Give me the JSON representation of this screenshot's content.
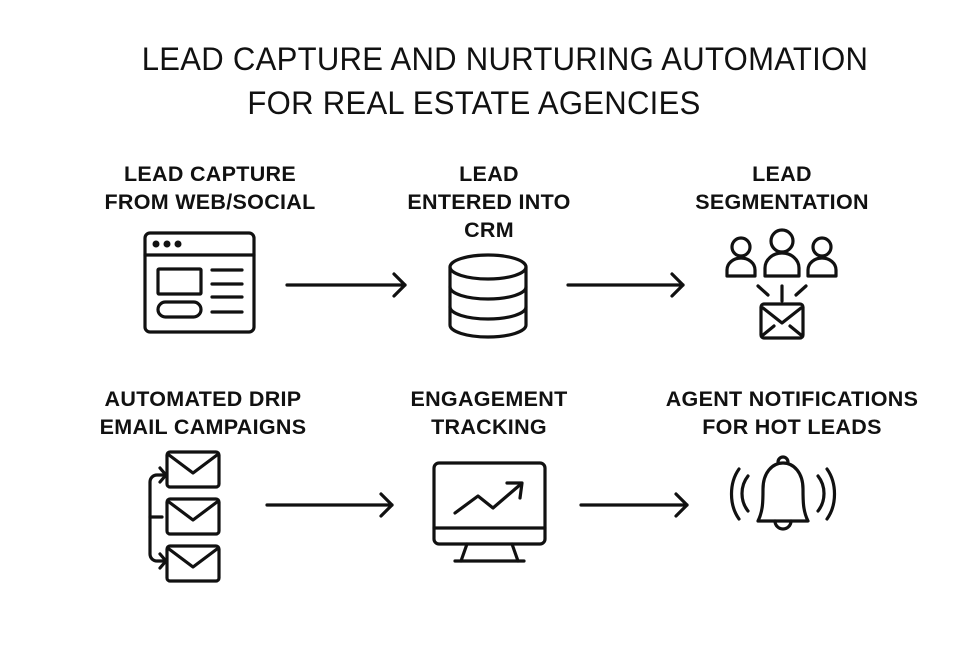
{
  "title": {
    "line1": "LEAD CAPTURE AND NURTURING AUTOMATION",
    "line2": "FOR REAL ESTATE AGENCIES"
  },
  "steps": [
    {
      "id": "lead-capture",
      "lines": [
        "LEAD CAPTURE",
        "FROM WEB/SOCIAL"
      ],
      "icon": "web-form-icon"
    },
    {
      "id": "crm-entry",
      "lines": [
        "LEAD",
        "ENTERED INTO",
        "CRM"
      ],
      "icon": "database-icon"
    },
    {
      "id": "segmentation",
      "lines": [
        "LEAD",
        "SEGMENTATION"
      ],
      "icon": "user-group-email-icon"
    },
    {
      "id": "drip-email",
      "lines": [
        "AUTOMATED DRIP",
        "EMAIL CAMPAIGNS"
      ],
      "icon": "email-sequence-icon"
    },
    {
      "id": "engagement",
      "lines": [
        "ENGAGEMENT",
        "TRACKING"
      ],
      "icon": "monitor-chart-icon"
    },
    {
      "id": "agent-notify",
      "lines": [
        "AGENT NOTIFICATIONS",
        "FOR HOT LEADS"
      ],
      "icon": "ringing-bell-icon"
    }
  ],
  "connections": [
    {
      "from": "lead-capture",
      "to": "crm-entry"
    },
    {
      "from": "crm-entry",
      "to": "segmentation"
    },
    {
      "from": "drip-email",
      "to": "engagement"
    },
    {
      "from": "engagement",
      "to": "agent-notify"
    }
  ]
}
